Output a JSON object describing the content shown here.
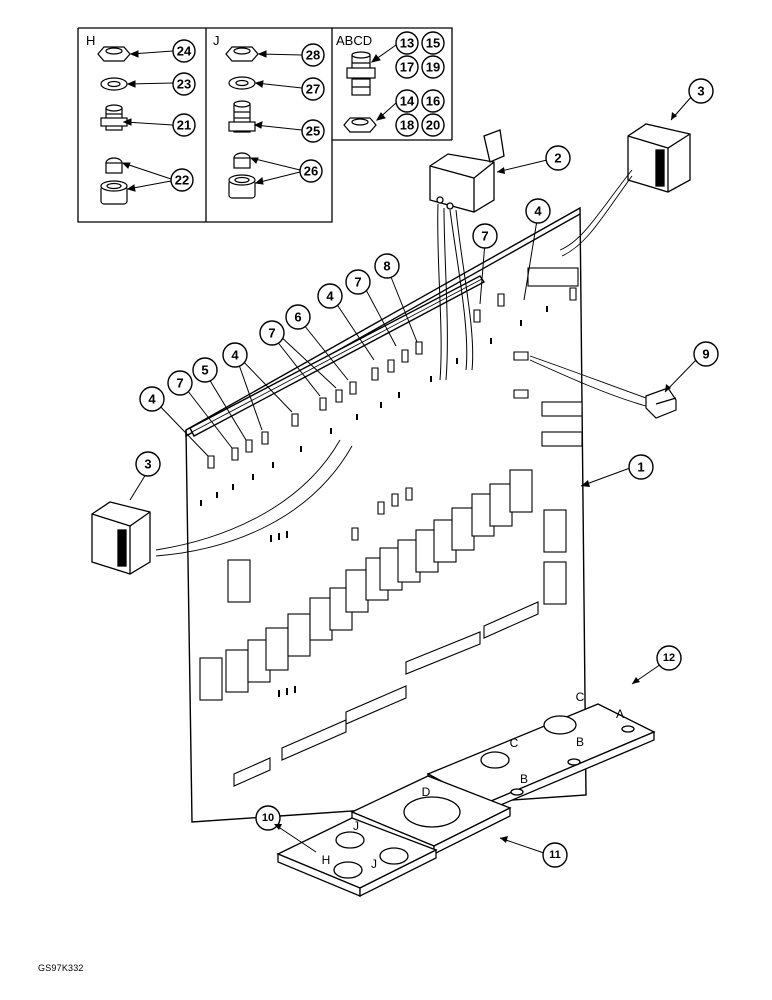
{
  "inset": {
    "groups": [
      {
        "header": "H",
        "callouts": [
          "24",
          "23",
          "21",
          "22"
        ]
      },
      {
        "header": "J",
        "callouts": [
          "28",
          "27",
          "25",
          "26"
        ]
      },
      {
        "header": "ABCD",
        "callouts": [
          "13",
          "15",
          "17",
          "19",
          "14",
          "16",
          "18",
          "20"
        ]
      }
    ]
  },
  "callouts": {
    "c1": "1",
    "c2": "2",
    "c3a": "3",
    "c3b": "3",
    "c4a": "4",
    "c4b": "4",
    "c4c": "4",
    "c4d": "4",
    "c5": "5",
    "c6": "6",
    "c7a": "7",
    "c7b": "7",
    "c7c": "7",
    "c7d": "7",
    "c8": "8",
    "c9": "9",
    "c10": "10",
    "c11": "11",
    "c12": "12"
  },
  "plate_letters": {
    "p12": [
      "C",
      "A",
      "C",
      "B",
      "B"
    ],
    "p11": [
      "D"
    ],
    "p10": [
      "J",
      "H",
      "J"
    ]
  },
  "footer": {
    "code": "GS97K332"
  }
}
